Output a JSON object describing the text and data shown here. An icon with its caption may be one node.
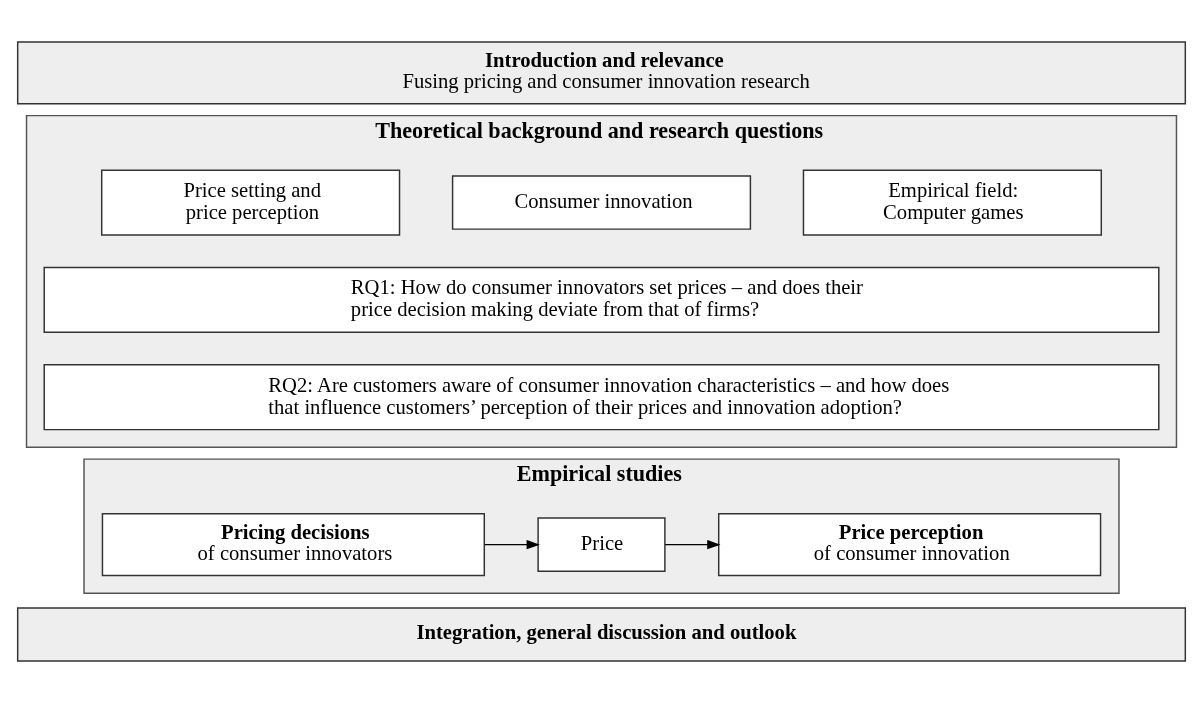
{
  "diagram": {
    "nodes": [
      {
        "text": [
          "Introduction and relevance",
          "Fusing pricing and consumer innovation research"
        ]
      },
      {
        "text": [
          "Theoretical background and research questions"
        ]
      },
      {
        "text": [
          "Price setting and price perception"
        ],
        "in": 1
      },
      {
        "text": [
          "Consumer innovation"
        ],
        "in": 1
      },
      {
        "text": [
          "Empirical field: Computer games"
        ],
        "in": 1
      },
      {
        "text": [
          "RQ1: How do consumer innovators set prices – and does their price decision making deviate from that of firms?"
        ],
        "in": 1
      },
      {
        "text": [
          "RQ2: Are customers aware of consumer innovation characteristics – and how does that influence customers’ perception of their prices and innovation adoption?"
        ],
        "in": 1
      },
      {
        "text": [
          "Empirical studies"
        ]
      },
      {
        "text": [
          "Pricing decisions",
          "of consumer innovators"
        ],
        "in": 7
      },
      {
        "text": [
          "Price"
        ],
        "in": 7
      },
      {
        "text": [
          "Price perception",
          "of consumer innovation"
        ],
        "in": 7
      },
      {
        "text": [
          "Integration, general discussion and outlook"
        ]
      }
    ],
    "edges": [
      {
        "from": 8,
        "to": 9,
        "arrow": "to"
      },
      {
        "from": 9,
        "to": 10,
        "arrow": "to"
      }
    ]
  }
}
